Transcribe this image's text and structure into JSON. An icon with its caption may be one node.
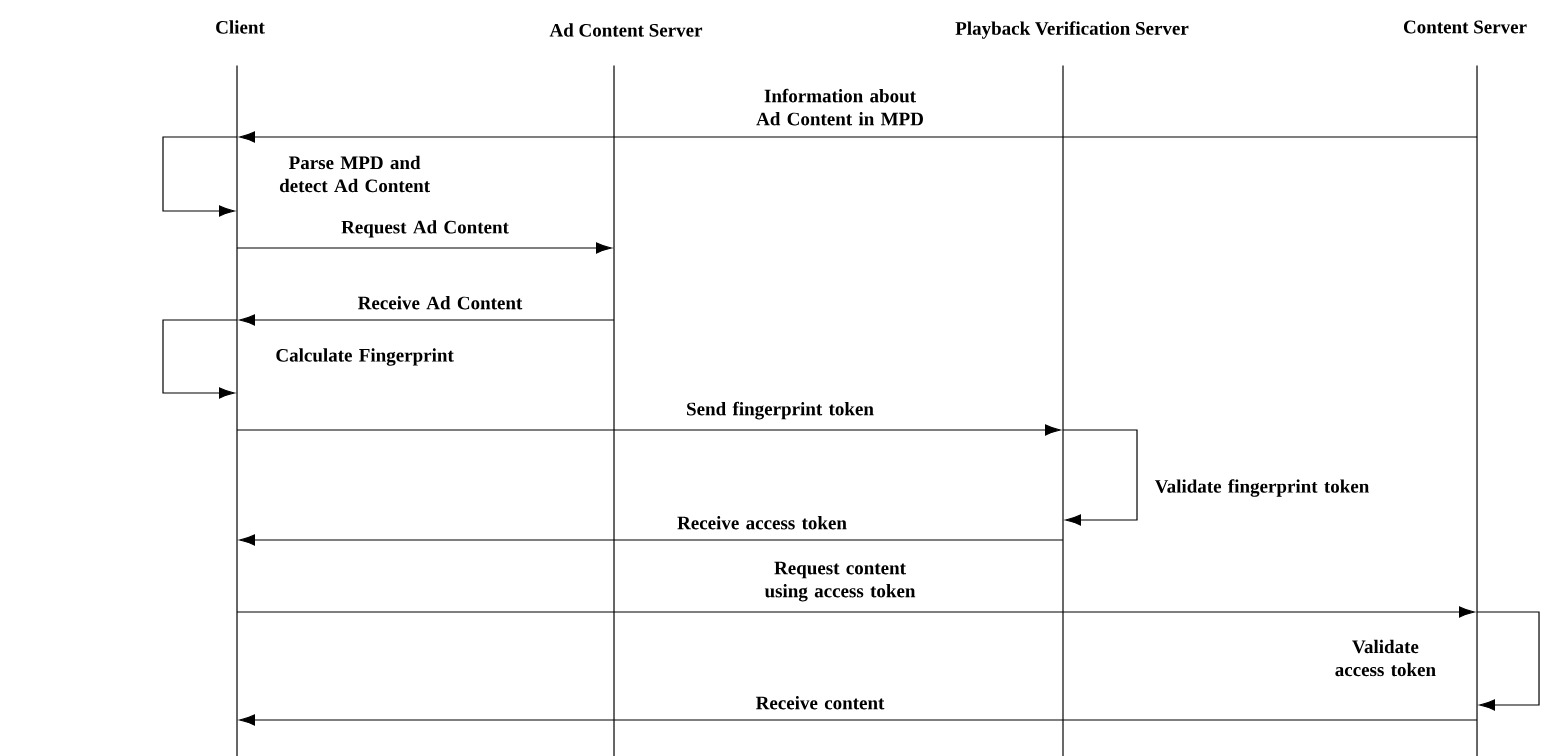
{
  "diagram": {
    "nodes": [
      {
        "text": [],
        "shape": "bar",
        "beside": [
          "Client"
        ]
      },
      {
        "text": [],
        "shape": "bar",
        "beside": [
          "Ad Content Server"
        ]
      },
      {
        "text": [],
        "shape": "bar",
        "beside": [
          "Playback Verification Server"
        ]
      },
      {
        "text": [],
        "shape": "bar",
        "beside": [
          "Content Server"
        ]
      }
    ],
    "edges": [
      {
        "from": 3,
        "to": 0,
        "arrow": "to",
        "label": "Information about Ad Content in MPD"
      },
      {
        "from": 0,
        "to": 0,
        "arrow": "to",
        "label": "Parse MPD and detect Ad Content"
      },
      {
        "from": 0,
        "to": 1,
        "arrow": "to",
        "label": "Request Ad Content"
      },
      {
        "from": 1,
        "to": 0,
        "arrow": "to",
        "label": "Receive Ad Content"
      },
      {
        "from": 0,
        "to": 0,
        "arrow": "to",
        "label": "Calculate Fingerprint"
      },
      {
        "from": 0,
        "to": 2,
        "arrow": "to",
        "label": "Send fingerprint token"
      },
      {
        "from": 2,
        "to": 2,
        "arrow": "to",
        "label": "Validate fingerprint token"
      },
      {
        "from": 2,
        "to": 0,
        "arrow": "to",
        "label": "Receive access token"
      },
      {
        "from": 0,
        "to": 3,
        "arrow": "to",
        "label": "Request content using access token"
      },
      {
        "from": 3,
        "to": 3,
        "arrow": "to",
        "label": "Validate access token"
      },
      {
        "from": 3,
        "to": 0,
        "arrow": "to",
        "label": "Receive content"
      }
    ]
  }
}
